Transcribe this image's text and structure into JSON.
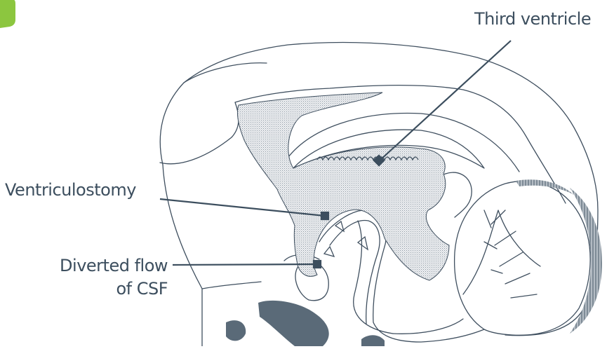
{
  "labels": {
    "third_ventricle": "Third ventricle",
    "ventriculostomy": "Ventriculostomy",
    "diverted_flow_line1": "Diverted flow",
    "diverted_flow_line2": "of CSF"
  },
  "colors": {
    "outline": "#3f4f5f",
    "leader": "#3c4e5e",
    "ventricle_fill": "#e5e8ec",
    "dark_region": "#5a6a78",
    "accent_green": "#8cc63f",
    "text": "#3c4e5e"
  }
}
